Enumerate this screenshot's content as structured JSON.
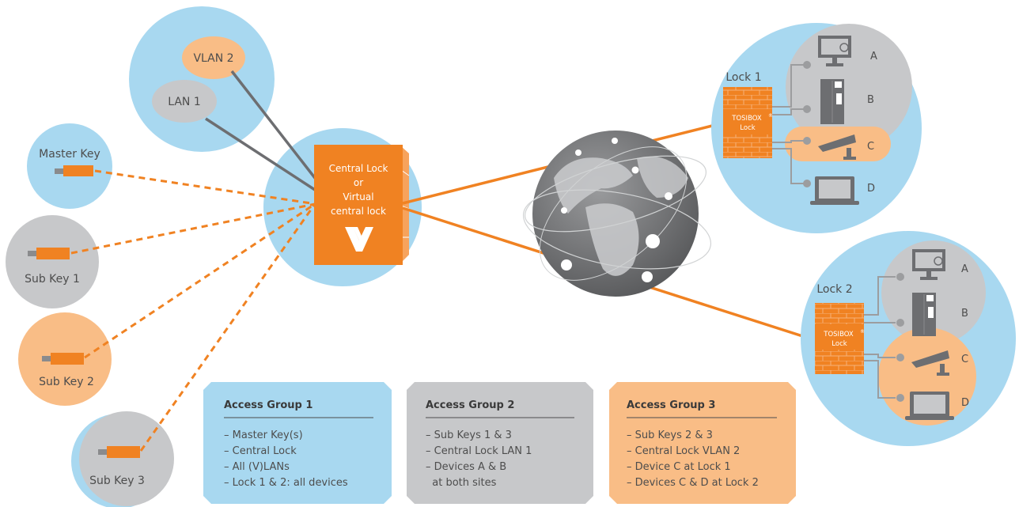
{
  "networks": {
    "vlan": "VLAN 2",
    "lan": "LAN 1"
  },
  "keys": {
    "master": "Master Key",
    "sub1": "Sub Key 1",
    "sub2": "Sub Key 2",
    "sub3": "Sub Key 3"
  },
  "central_lock": {
    "line1": "Central Lock",
    "line2": "or",
    "line3": "Virtual",
    "line4": "central lock"
  },
  "lock1": {
    "title": "Lock 1",
    "brand": "TOSIBOX",
    "sub": "Lock"
  },
  "lock2": {
    "title": "Lock 2",
    "brand": "TOSIBOX",
    "sub": "Lock"
  },
  "devices": [
    "A",
    "B",
    "C",
    "D"
  ],
  "groups": [
    {
      "title": "Access Group 1",
      "color": "#a8d8f0",
      "items": [
        "– Master Key(s)",
        "– Central Lock",
        "– All (V)LANs",
        "– Lock 1 & 2: all devices"
      ]
    },
    {
      "title": "Access Group 2",
      "color": "#c7c8ca",
      "items": [
        "– Sub Keys 1 & 3",
        "– Central Lock LAN 1",
        "– Devices A & B",
        "  at both sites"
      ]
    },
    {
      "title": "Access Group 3",
      "color": "#f9bd86",
      "items": [
        "– Sub Keys 2 & 3",
        "– Central Lock VLAN 2",
        "– Device C at Lock 1",
        "– Devices C & D at Lock 2"
      ]
    }
  ],
  "colors": {
    "blue": "#a8d8f0",
    "gray": "#c7c8ca",
    "peach": "#f9bd86",
    "orange": "#f08222",
    "darkgray": "#6d6e71"
  }
}
